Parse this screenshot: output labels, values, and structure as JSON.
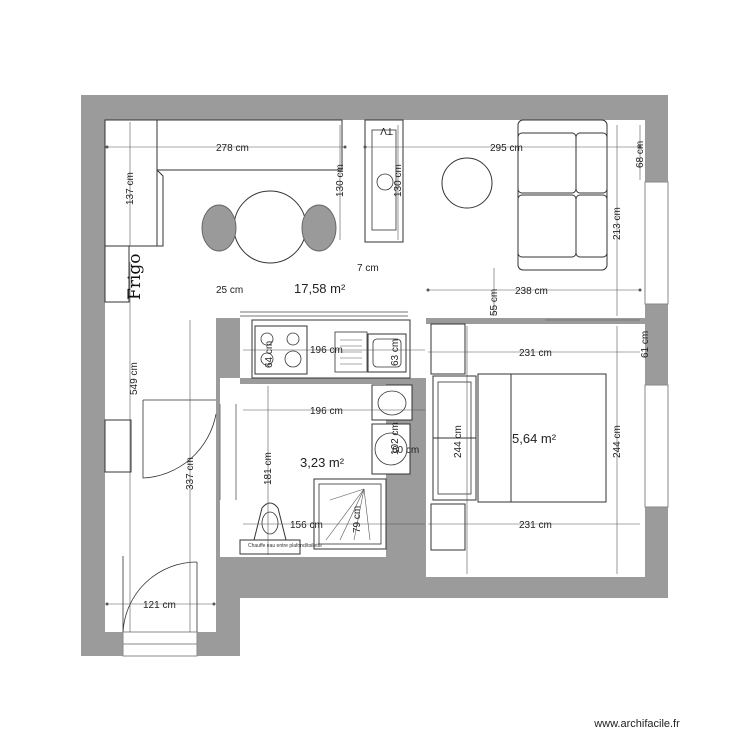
{
  "areas": {
    "living": "17,58 m²",
    "bathroom": "3,23 m²",
    "bedroom": "5,64 m²"
  },
  "labels": {
    "fridge": "Frigo",
    "tv": "TV",
    "water_heater": "Chauffe eau entre plafond/toilette"
  },
  "dimensions": {
    "d278": "278 cm",
    "d295": "295 cm",
    "d137": "137 cm",
    "d130": "130 cm",
    "d130b": "130 cm",
    "d68": "68 cm",
    "d213": "213 cm",
    "d7": "7 cm",
    "d25": "25 cm",
    "d55": "55 cm",
    "d238": "238 cm",
    "d196a": "196 cm",
    "d64": "64 cm",
    "d63": "63 cm",
    "d231a": "231 cm",
    "d61": "61 cm",
    "d196b": "196 cm",
    "d549": "549 cm",
    "d337": "337 cm",
    "d181": "181 cm",
    "d102": "102 cm",
    "d60": "60 cm",
    "d244a": "244 cm",
    "d244b": "244 cm",
    "d156": "156 cm",
    "d79": "79 cm",
    "d231b": "231 cm",
    "d121": "121 cm"
  },
  "watermark": "www.archifacile.fr"
}
